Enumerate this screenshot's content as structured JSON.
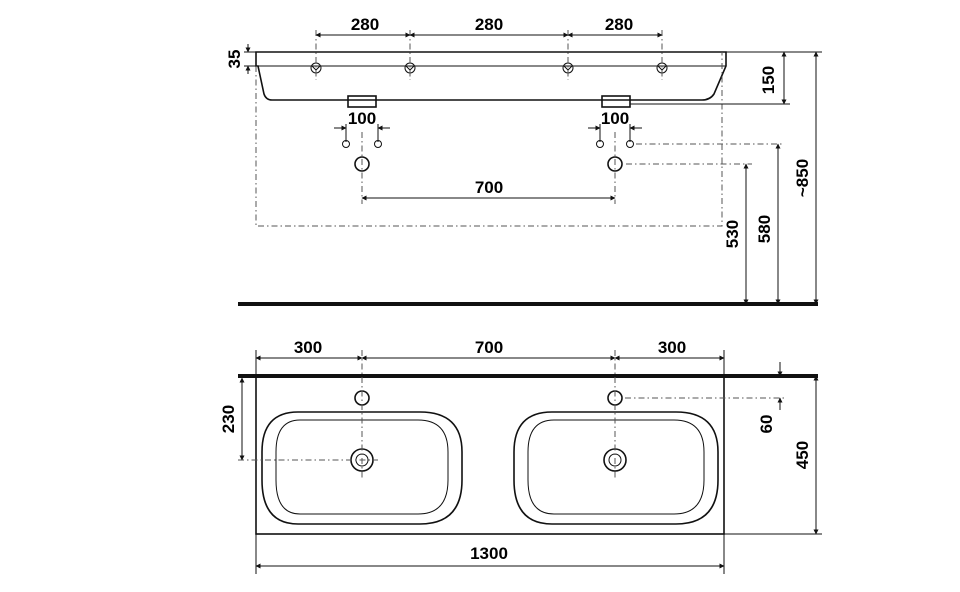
{
  "side_view": {
    "dims": {
      "tap_spacing_left": "280",
      "tap_spacing_middle": "280",
      "tap_spacing_right": "280",
      "rim_thickness": "35",
      "basin_depth": "150",
      "waste_spacing_left": "100",
      "waste_spacing_right": "100",
      "waste_centers": "700",
      "height_530": "530",
      "height_580": "580",
      "height_total": "~850"
    }
  },
  "top_view": {
    "dims": {
      "left_offset": "300",
      "center_distance": "700",
      "right_offset": "300",
      "drain_from_front": "230",
      "tap_hole_from_back": "60",
      "depth": "450",
      "total_width": "1300"
    }
  }
}
